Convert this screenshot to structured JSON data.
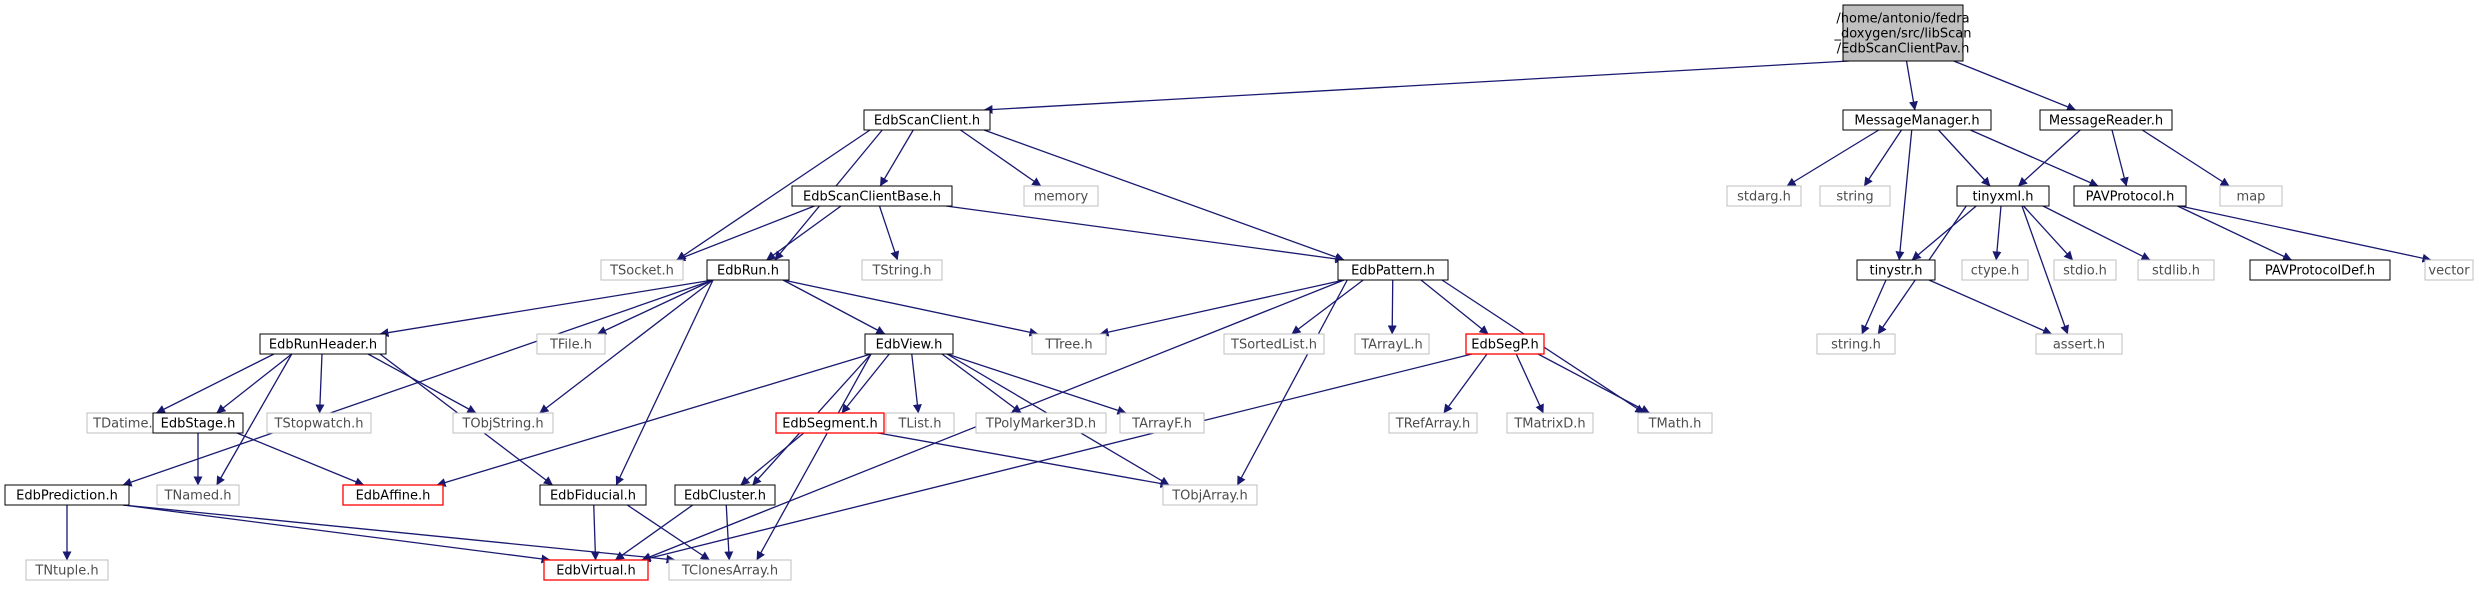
{
  "colors": {
    "edge": "#191970",
    "documented_border": "#000000",
    "external_border": "#bfbfbf",
    "highlight_border": "#ff0000",
    "root_fill": "#bfbfbf",
    "text_dark": "#000000",
    "text_light": "#4d4d4d"
  },
  "graph": {
    "nodes": [
      {
        "id": "root",
        "label": "/home/antonio/fedra\n_doxygen/src/libScan\n/EdbScanClientPav.h",
        "kind": "root"
      },
      {
        "id": "EdbScanClient",
        "label": "EdbScanClient.h",
        "kind": "documented"
      },
      {
        "id": "MessageManager",
        "label": "MessageManager.h",
        "kind": "documented"
      },
      {
        "id": "MessageReader",
        "label": "MessageReader.h",
        "kind": "documented"
      },
      {
        "id": "EdbScanClientBase",
        "label": "EdbScanClientBase.h",
        "kind": "documented"
      },
      {
        "id": "memory",
        "label": "memory",
        "kind": "external"
      },
      {
        "id": "TSocket",
        "label": "TSocket.h",
        "kind": "external"
      },
      {
        "id": "EdbRun",
        "label": "EdbRun.h",
        "kind": "documented"
      },
      {
        "id": "TString",
        "label": "TString.h",
        "kind": "external"
      },
      {
        "id": "EdbPattern",
        "label": "EdbPattern.h",
        "kind": "documented"
      },
      {
        "id": "EdbRunHeader",
        "label": "EdbRunHeader.h",
        "kind": "documented"
      },
      {
        "id": "TFile",
        "label": "TFile.h",
        "kind": "external"
      },
      {
        "id": "EdbView",
        "label": "EdbView.h",
        "kind": "documented"
      },
      {
        "id": "TTree",
        "label": "TTree.h",
        "kind": "external"
      },
      {
        "id": "TSortedList",
        "label": "TSortedList.h",
        "kind": "external"
      },
      {
        "id": "TArrayL",
        "label": "TArrayL.h",
        "kind": "external"
      },
      {
        "id": "EdbSegP",
        "label": "EdbSegP.h",
        "kind": "highlight"
      },
      {
        "id": "TDatime",
        "label": "TDatime.h",
        "kind": "external"
      },
      {
        "id": "EdbStage",
        "label": "EdbStage.h",
        "kind": "documented"
      },
      {
        "id": "TStopwatch",
        "label": "TStopwatch.h",
        "kind": "external"
      },
      {
        "id": "TObjString",
        "label": "TObjString.h",
        "kind": "external"
      },
      {
        "id": "EdbSegment",
        "label": "EdbSegment.h",
        "kind": "highlight"
      },
      {
        "id": "TList",
        "label": "TList.h",
        "kind": "external"
      },
      {
        "id": "TPolyMarker3D",
        "label": "TPolyMarker3D.h",
        "kind": "external"
      },
      {
        "id": "TArrayF",
        "label": "TArrayF.h",
        "kind": "external"
      },
      {
        "id": "TRefArray",
        "label": "TRefArray.h",
        "kind": "external"
      },
      {
        "id": "TMatrixD",
        "label": "TMatrixD.h",
        "kind": "external"
      },
      {
        "id": "TMath",
        "label": "TMath.h",
        "kind": "external"
      },
      {
        "id": "EdbPrediction",
        "label": "EdbPrediction.h",
        "kind": "documented"
      },
      {
        "id": "TNamed",
        "label": "TNamed.h",
        "kind": "external"
      },
      {
        "id": "EdbAffine",
        "label": "EdbAffine.h",
        "kind": "highlight"
      },
      {
        "id": "EdbFiducial",
        "label": "EdbFiducial.h",
        "kind": "documented"
      },
      {
        "id": "EdbCluster",
        "label": "EdbCluster.h",
        "kind": "documented"
      },
      {
        "id": "TObjArray",
        "label": "TObjArray.h",
        "kind": "external"
      },
      {
        "id": "TNtuple",
        "label": "TNtuple.h",
        "kind": "external"
      },
      {
        "id": "EdbVirtual",
        "label": "EdbVirtual.h",
        "kind": "highlight"
      },
      {
        "id": "TClonesArray",
        "label": "TClonesArray.h",
        "kind": "external"
      },
      {
        "id": "stdarg",
        "label": "stdarg.h",
        "kind": "external"
      },
      {
        "id": "string",
        "label": "string",
        "kind": "external"
      },
      {
        "id": "tinyxml",
        "label": "tinyxml.h",
        "kind": "documented"
      },
      {
        "id": "PAVProtocol",
        "label": "PAVProtocol.h",
        "kind": "documented"
      },
      {
        "id": "map",
        "label": "map",
        "kind": "external"
      },
      {
        "id": "tinystr",
        "label": "tinystr.h",
        "kind": "documented"
      },
      {
        "id": "ctype",
        "label": "ctype.h",
        "kind": "external"
      },
      {
        "id": "stdio",
        "label": "stdio.h",
        "kind": "external"
      },
      {
        "id": "stdlib",
        "label": "stdlib.h",
        "kind": "external"
      },
      {
        "id": "PAVProtocolDef",
        "label": "PAVProtocolDef.h",
        "kind": "documented"
      },
      {
        "id": "vector",
        "label": "vector",
        "kind": "external"
      },
      {
        "id": "string_h",
        "label": "string.h",
        "kind": "external"
      },
      {
        "id": "assert",
        "label": "assert.h",
        "kind": "external"
      }
    ],
    "edges": [
      [
        "root",
        "EdbScanClient"
      ],
      [
        "root",
        "MessageManager"
      ],
      [
        "root",
        "MessageReader"
      ],
      [
        "EdbScanClient",
        "EdbScanClientBase"
      ],
      [
        "EdbScanClient",
        "memory"
      ],
      [
        "EdbScanClient",
        "TSocket"
      ],
      [
        "EdbScanClient",
        "EdbRun"
      ],
      [
        "EdbScanClient",
        "EdbPattern"
      ],
      [
        "EdbScanClientBase",
        "TSocket"
      ],
      [
        "EdbScanClientBase",
        "EdbRun"
      ],
      [
        "EdbScanClientBase",
        "TString"
      ],
      [
        "EdbScanClientBase",
        "EdbPattern"
      ],
      [
        "EdbRun",
        "EdbRunHeader"
      ],
      [
        "EdbRun",
        "TFile"
      ],
      [
        "EdbRun",
        "EdbView"
      ],
      [
        "EdbRun",
        "TTree"
      ],
      [
        "EdbRun",
        "TObjString"
      ],
      [
        "EdbRun",
        "EdbPrediction"
      ],
      [
        "EdbRun",
        "EdbFiducial"
      ],
      [
        "EdbPattern",
        "TTree"
      ],
      [
        "EdbPattern",
        "TSortedList"
      ],
      [
        "EdbPattern",
        "TArrayL"
      ],
      [
        "EdbPattern",
        "EdbSegP"
      ],
      [
        "EdbPattern",
        "TMath"
      ],
      [
        "EdbPattern",
        "TObjArray"
      ],
      [
        "EdbPattern",
        "EdbVirtual"
      ],
      [
        "EdbRunHeader",
        "TDatime"
      ],
      [
        "EdbRunHeader",
        "EdbStage"
      ],
      [
        "EdbRunHeader",
        "TStopwatch"
      ],
      [
        "EdbRunHeader",
        "TObjString"
      ],
      [
        "EdbRunHeader",
        "TNamed"
      ],
      [
        "EdbRunHeader",
        "EdbFiducial"
      ],
      [
        "EdbView",
        "EdbSegment"
      ],
      [
        "EdbView",
        "TList"
      ],
      [
        "EdbView",
        "TPolyMarker3D"
      ],
      [
        "EdbView",
        "TArrayF"
      ],
      [
        "EdbView",
        "EdbCluster"
      ],
      [
        "EdbView",
        "TObjArray"
      ],
      [
        "EdbView",
        "EdbAffine"
      ],
      [
        "EdbView",
        "TClonesArray"
      ],
      [
        "EdbSegP",
        "TRefArray"
      ],
      [
        "EdbSegP",
        "TMatrixD"
      ],
      [
        "EdbSegP",
        "TMath"
      ],
      [
        "EdbSegP",
        "EdbVirtual"
      ],
      [
        "EdbStage",
        "TNamed"
      ],
      [
        "EdbStage",
        "EdbAffine"
      ],
      [
        "EdbSegment",
        "EdbCluster"
      ],
      [
        "EdbSegment",
        "TObjArray"
      ],
      [
        "EdbPrediction",
        "TNtuple"
      ],
      [
        "EdbPrediction",
        "EdbVirtual"
      ],
      [
        "EdbPrediction",
        "TClonesArray"
      ],
      [
        "EdbFiducial",
        "EdbVirtual"
      ],
      [
        "EdbFiducial",
        "TClonesArray"
      ],
      [
        "EdbCluster",
        "EdbVirtual"
      ],
      [
        "EdbCluster",
        "TClonesArray"
      ],
      [
        "MessageManager",
        "stdarg"
      ],
      [
        "MessageManager",
        "string"
      ],
      [
        "MessageManager",
        "tinyxml"
      ],
      [
        "MessageManager",
        "PAVProtocol"
      ],
      [
        "MessageManager",
        "tinystr"
      ],
      [
        "MessageReader",
        "tinyxml"
      ],
      [
        "MessageReader",
        "PAVProtocol"
      ],
      [
        "MessageReader",
        "map"
      ],
      [
        "tinyxml",
        "tinystr"
      ],
      [
        "tinyxml",
        "ctype"
      ],
      [
        "tinyxml",
        "stdio"
      ],
      [
        "tinyxml",
        "stdlib"
      ],
      [
        "tinyxml",
        "string_h"
      ],
      [
        "tinyxml",
        "assert"
      ],
      [
        "PAVProtocol",
        "PAVProtocolDef"
      ],
      [
        "PAVProtocol",
        "vector"
      ],
      [
        "tinystr",
        "string_h"
      ],
      [
        "tinystr",
        "assert"
      ]
    ]
  }
}
